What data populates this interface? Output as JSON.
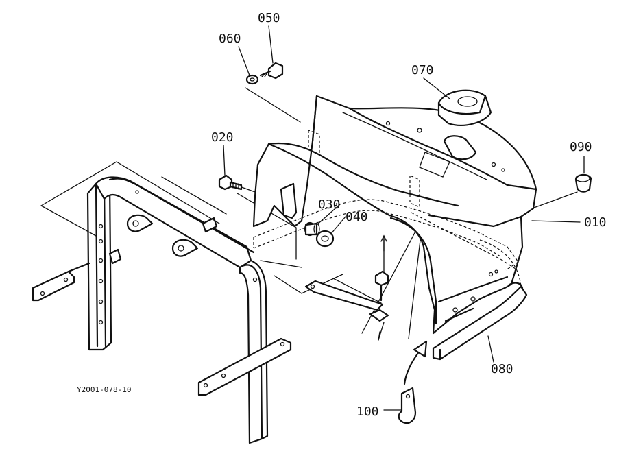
{
  "diagram": {
    "reference_code": "Y2001-078-10",
    "parts": [
      {
        "id": "p010",
        "label": "010"
      },
      {
        "id": "p020",
        "label": "020"
      },
      {
        "id": "p030",
        "label": "030"
      },
      {
        "id": "p040",
        "label": "040"
      },
      {
        "id": "p050",
        "label": "050"
      },
      {
        "id": "p060",
        "label": "060"
      },
      {
        "id": "p070",
        "label": "070"
      },
      {
        "id": "p080",
        "label": "080"
      },
      {
        "id": "p090",
        "label": "090"
      },
      {
        "id": "p100",
        "label": "100"
      }
    ]
  }
}
